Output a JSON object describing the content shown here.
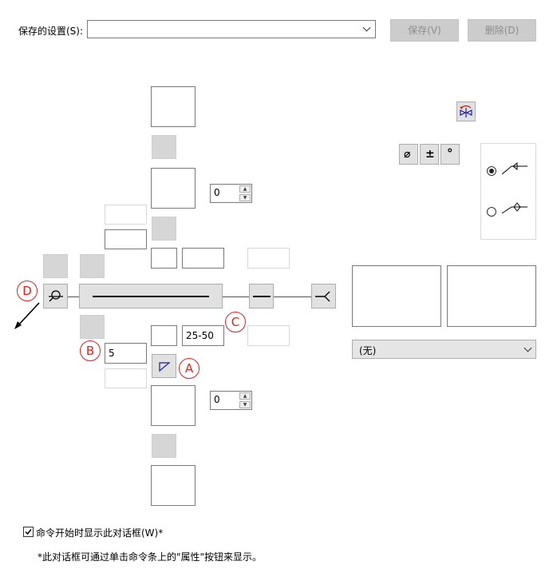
{
  "top": {
    "saved_settings_label": "保存的设置(S):",
    "saved_settings_value": "",
    "save_button": "保存(V)",
    "delete_button": "删除(D)"
  },
  "symbols": {
    "diameter": "⌀",
    "plus_minus": "±",
    "degree": "°"
  },
  "fields": {
    "upper_spin_value": "0",
    "lower_spin_value": "0",
    "pitch_value": "25-50",
    "b_value": "5"
  },
  "callouts": {
    "a": "A",
    "b": "B",
    "c": "C",
    "d": "D"
  },
  "dropdown": {
    "value": "(无)"
  },
  "footer": {
    "checkbox_label": "命令开始时显示此对话框(W)*",
    "checkbox_checked": true,
    "note": "*此对话框可通过单击命令条上的\"属性\"按钮来显示。"
  }
}
